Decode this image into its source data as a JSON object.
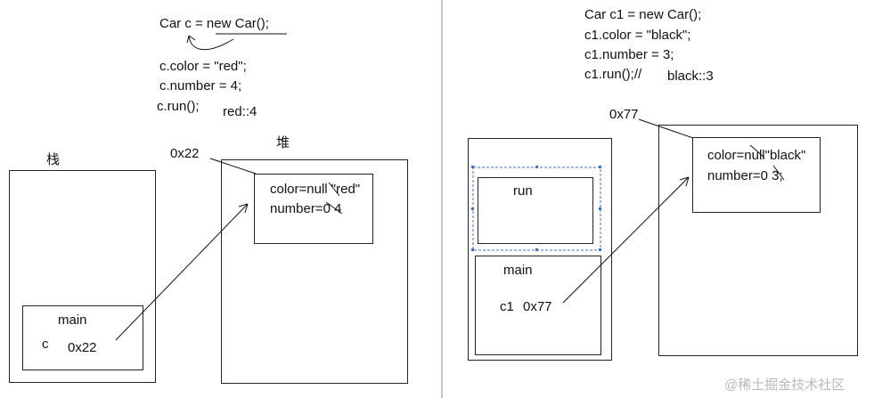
{
  "left": {
    "code": {
      "line1": "Car c = new Car();",
      "line2": "c.color = \"red\";",
      "line3": "c.number = 4;",
      "line4": "c.run();",
      "output": "red::4"
    },
    "labels": {
      "stack": "栈",
      "heap": "堆",
      "address": "0x22"
    },
    "heap_object": {
      "color_line": "color=null \"red\"",
      "number_line": "number=0  4"
    },
    "stack_frame": {
      "name": "main",
      "var": "c",
      "value": "0x22"
    }
  },
  "right": {
    "code": {
      "line1": "Car c1 = new Car();",
      "line2": "c1.color = \"black\";",
      "line3": "c1.number = 3;",
      "line4": "c1.run();//",
      "output": "black::3"
    },
    "labels": {
      "address": "0x77"
    },
    "heap_object": {
      "color_line": "color=null\"black\"",
      "number_line": "number=0  3;"
    },
    "stack_frames": {
      "run_name": "run",
      "main_name": "main",
      "var": "c1",
      "value": "0x77"
    }
  },
  "watermark": "@稀土掘金技术社区",
  "colors": {
    "ink": "#111111",
    "selection": "#3b6fd6",
    "divider": "#888888"
  }
}
